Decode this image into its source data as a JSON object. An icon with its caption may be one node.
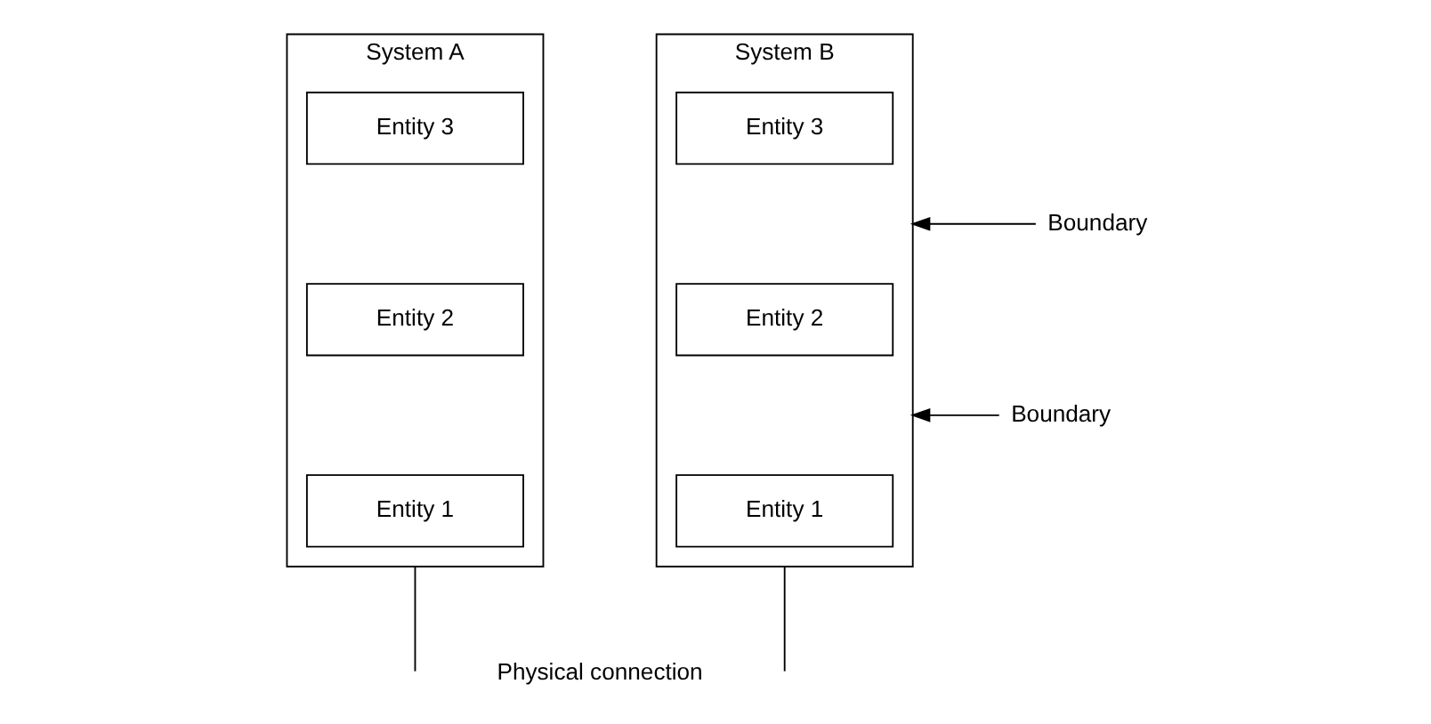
{
  "diagram": {
    "nodes": [
      {
        "text": [
          "System A"
        ]
      },
      {
        "text": [
          "Entity 3"
        ],
        "in": 0
      },
      {
        "text": [
          "Entity 2"
        ],
        "in": 0
      },
      {
        "text": [
          "Entity 1"
        ],
        "in": 0
      },
      {
        "text": [
          "System B"
        ]
      },
      {
        "text": [
          "Entity 3"
        ],
        "in": 4
      },
      {
        "text": [
          "Entity 2"
        ],
        "in": 4
      },
      {
        "text": [
          "Entity 1"
        ],
        "in": 4
      },
      {
        "text": [
          "Boundary"
        ]
      },
      {
        "text": [
          "Boundary"
        ]
      }
    ],
    "edges": [
      {
        "from": 8,
        "to": 4,
        "arrow": "to"
      },
      {
        "from": 9,
        "to": 4,
        "arrow": "to"
      },
      {
        "from": 0,
        "to": null,
        "arrow": "none"
      },
      {
        "from": 4,
        "to": null,
        "arrow": "none"
      }
    ],
    "labels": [
      "Physical connection"
    ]
  }
}
